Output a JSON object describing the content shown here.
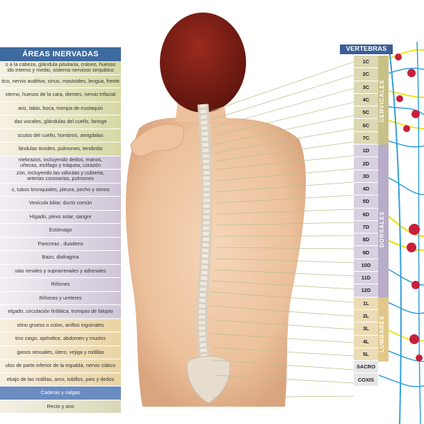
{
  "areas": {
    "title": "ÁREAS INERVADAS",
    "rows": [
      {
        "group": "cerv",
        "text": "o a la cabeza, glándula pituitaria, cráneo, huesos",
        "text2": "ido interno y medio, sistema nervioso simpático"
      },
      {
        "group": "cerv",
        "text": "tico, nervio auditivo, sinus, mastoides, lengua, frente"
      },
      {
        "group": "cerv",
        "text": "xterno, huesos de la cara, dientes, nervio trifacial"
      },
      {
        "group": "cerv",
        "text": "ariz, labio, boca, trompa de eustaquio"
      },
      {
        "group": "cerv",
        "text": "das vocales, glándulas del cuello, faringe"
      },
      {
        "group": "cerv",
        "text": "sculos del cuello, hombros, amigdalas"
      },
      {
        "group": "cerv",
        "text": "lándulas tiroides, pulmones, tendinitis"
      },
      {
        "group": "dors",
        "text": "ntebrazos, incluyendo dedos, manos,",
        "text2": "uñecas, esófago y tráquea, corazón"
      },
      {
        "group": "dors",
        "text": "zón, incluyendo las válvulas y cubierta,",
        "text2": "arterias coronarias, pulmones"
      },
      {
        "group": "dors",
        "text": "s, tubos bronquiales, pleura, pecho y senos"
      },
      {
        "group": "dors",
        "text": "Vesícula biliar, ducto común"
      },
      {
        "group": "dors",
        "text": "Hígado, plexo solar, sangre"
      },
      {
        "group": "dors",
        "text": "Estómago"
      },
      {
        "group": "dors",
        "text": "Pancreas , duodeno"
      },
      {
        "group": "dors",
        "text": "Bazo, diafragma"
      },
      {
        "group": "dors",
        "text": "ulas renales y suprarrenales y adrenales"
      },
      {
        "group": "dors",
        "text": "Riñones"
      },
      {
        "group": "dors",
        "text": "Riñones y ureteres"
      },
      {
        "group": "dors",
        "text": "elgado, circulación linfática, trompas de falopio"
      },
      {
        "group": "lumb",
        "text": "stino grueso o colon, anillos inguinales"
      },
      {
        "group": "lumb",
        "text": "tino ciego, apéndice, abdomen y muslos"
      },
      {
        "group": "lumb",
        "text": "ganos sexuales, útero, vejiga y rodillas"
      },
      {
        "group": "lumb",
        "text": "ulos de parte inferior de la espalda, nervio ciático"
      },
      {
        "group": "lumb",
        "text": "ebajo de las rodillas, arco, tobillos, pies y dedos"
      },
      {
        "group": "sacro",
        "text": "Caderas y nalgas"
      },
      {
        "group": "coxis",
        "text": "Recto y ano"
      }
    ]
  },
  "vertebras": {
    "title": "VERTEBRAS",
    "cells": [
      {
        "group": "cerv",
        "label": "1C"
      },
      {
        "group": "cerv",
        "label": "2C"
      },
      {
        "group": "cerv",
        "label": "3C"
      },
      {
        "group": "cerv",
        "label": "4C"
      },
      {
        "group": "cerv",
        "label": "5C"
      },
      {
        "group": "cerv",
        "label": "6C"
      },
      {
        "group": "cerv",
        "label": "7C"
      },
      {
        "group": "dors",
        "label": "1D"
      },
      {
        "group": "dors",
        "label": "2D"
      },
      {
        "group": "dors",
        "label": "3D"
      },
      {
        "group": "dors",
        "label": "4D"
      },
      {
        "group": "dors",
        "label": "5D"
      },
      {
        "group": "dors",
        "label": "6D"
      },
      {
        "group": "dors",
        "label": "7D"
      },
      {
        "group": "dors",
        "label": "8D"
      },
      {
        "group": "dors",
        "label": "9D"
      },
      {
        "group": "dors",
        "label": "10D"
      },
      {
        "group": "dors",
        "label": "11D"
      },
      {
        "group": "dors",
        "label": "12D"
      },
      {
        "group": "lumb",
        "label": "1L"
      },
      {
        "group": "lumb",
        "label": "2L"
      },
      {
        "group": "lumb",
        "label": "3L"
      },
      {
        "group": "lumb",
        "label": "4L"
      },
      {
        "group": "lumb",
        "label": "5L"
      },
      {
        "group": "sacro",
        "label": "SACRO"
      },
      {
        "group": "coxis",
        "label": "COXIS"
      }
    ],
    "regions": {
      "cervicales": "CERVICALES",
      "dorsales": "DORSALES",
      "lumbares": "LUMBARES"
    }
  },
  "colors": {
    "header": "#3e6aa0",
    "nerve_yellow": "#f2e21a",
    "nerve_blue": "#2f9fd8",
    "node_red": "#c8203a",
    "skin": "#f0c9a6",
    "hair": "#7a1f16"
  }
}
